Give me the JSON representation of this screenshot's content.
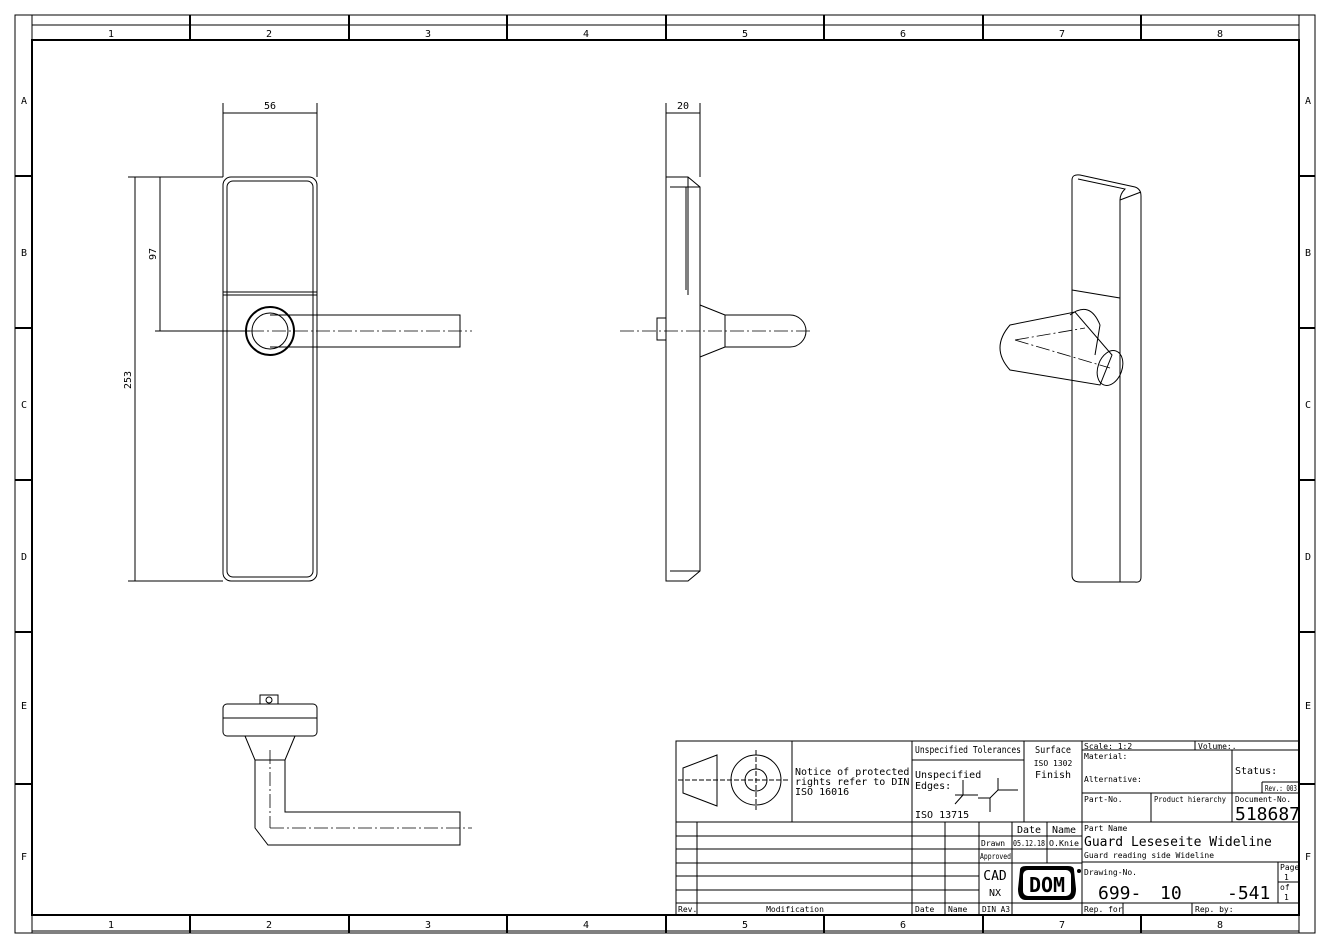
{
  "frame": {
    "columns": [
      "1",
      "2",
      "3",
      "4",
      "5",
      "6",
      "7",
      "8"
    ],
    "rows": [
      "A",
      "B",
      "C",
      "D",
      "E",
      "F"
    ]
  },
  "dimensions": {
    "width_front": "56",
    "height_total": "253",
    "height_to_lever": "97",
    "depth_side": "20"
  },
  "title_block": {
    "notice": [
      "Notice of protected",
      "rights refer to DIN",
      "ISO 16016"
    ],
    "unspecified_tolerances": "Unspecified Tolerances",
    "surface": "Surface",
    "surface_std": "ISO 1302",
    "finish": "Finish",
    "unspecified_edges": [
      "Unspecified",
      "Edges:"
    ],
    "edges_std": "ISO 13715",
    "date_header": "Date",
    "name_header": "Name",
    "drawn_label": "Drawn",
    "drawn_date": "05.12.18",
    "drawn_name": "O.Knie",
    "approved_label": "Approved",
    "cad": "CAD",
    "cad_system": "NX",
    "format": "DIN A3",
    "logo": "DOM",
    "rev_label": "Rev.",
    "modification_label": "Modification",
    "mod_date_label": "Date",
    "mod_name_label": "Name",
    "scale": "Scale: 1:2",
    "volume": "Volume:.",
    "material": "Material:",
    "alternative": "Alternative:",
    "status": "Status:",
    "revision": "Rev.: 003",
    "part_no": "Part-No.",
    "product_hierarchy": "Product hierarchy",
    "document_no_label": "Document-No.",
    "document_no": "518687",
    "part_name_label": "Part Name",
    "part_name": "Guard Leseseite Wideline",
    "part_name_en": "Guard reading side Wideline",
    "drawing_no_label": "Drawing-No.",
    "drawing_no_1": "699-",
    "drawing_no_2": "10",
    "drawing_no_3": "-541",
    "page_label": "Page",
    "page": "1",
    "of_label": "of",
    "pages": "1",
    "rep_for": "Rep. for",
    "rep_by": "Rep. by:"
  }
}
